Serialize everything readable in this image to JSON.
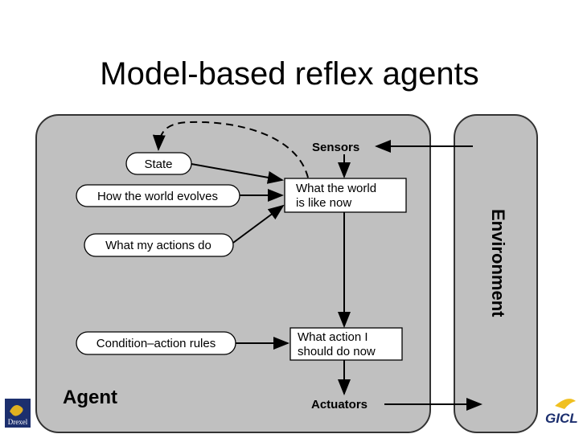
{
  "slide": {
    "title": "Model-based reflex agents"
  },
  "diagram": {
    "agent_label": "Agent",
    "environment_label": "Environment",
    "sensors": "Sensors",
    "actuators": "Actuators",
    "state": "State",
    "how_world_evolves": "How the world evolves",
    "what_actions_do": "What my actions do",
    "condition_action_rules": "Condition–action rules",
    "world_now_line1": "What the world",
    "world_now_line2": "is like now",
    "action_now_line1": "What action I",
    "action_now_line2": "should do now",
    "colors": {
      "panel": "#c0c0c0",
      "box": "#ffffff",
      "stroke": "#000000"
    }
  },
  "logos": {
    "left": "Drexel",
    "right": "GICL"
  }
}
